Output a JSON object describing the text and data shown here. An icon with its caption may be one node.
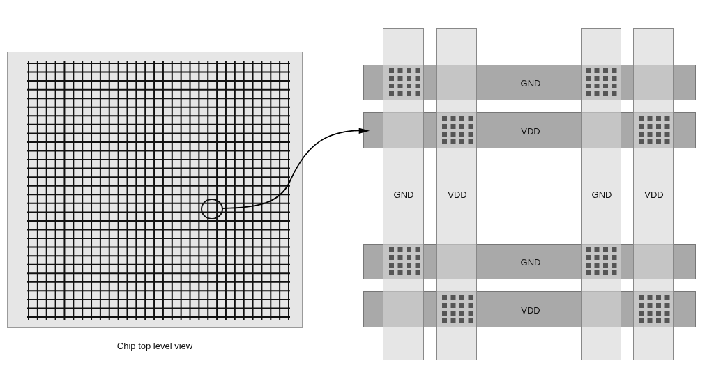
{
  "diagram": {
    "nodes": [
      {
        "text": [],
        "shape": "box",
        "beside": [
          "Chip top level view"
        ]
      },
      {
        "text": [],
        "shape": "circle",
        "in": 0
      },
      {
        "text": [
          "GND"
        ]
      },
      {
        "text": [
          "VDD"
        ]
      },
      {
        "text": [
          "GND"
        ]
      },
      {
        "text": [
          "VDD"
        ]
      },
      {
        "text": [
          "GND"
        ]
      },
      {
        "text": [
          "VDD"
        ]
      },
      {
        "text": [
          "GND"
        ]
      },
      {
        "text": [
          "VDD"
        ]
      }
    ],
    "edges": [
      {
        "from": 1,
        "to": 3,
        "arrow": "to"
      }
    ]
  }
}
